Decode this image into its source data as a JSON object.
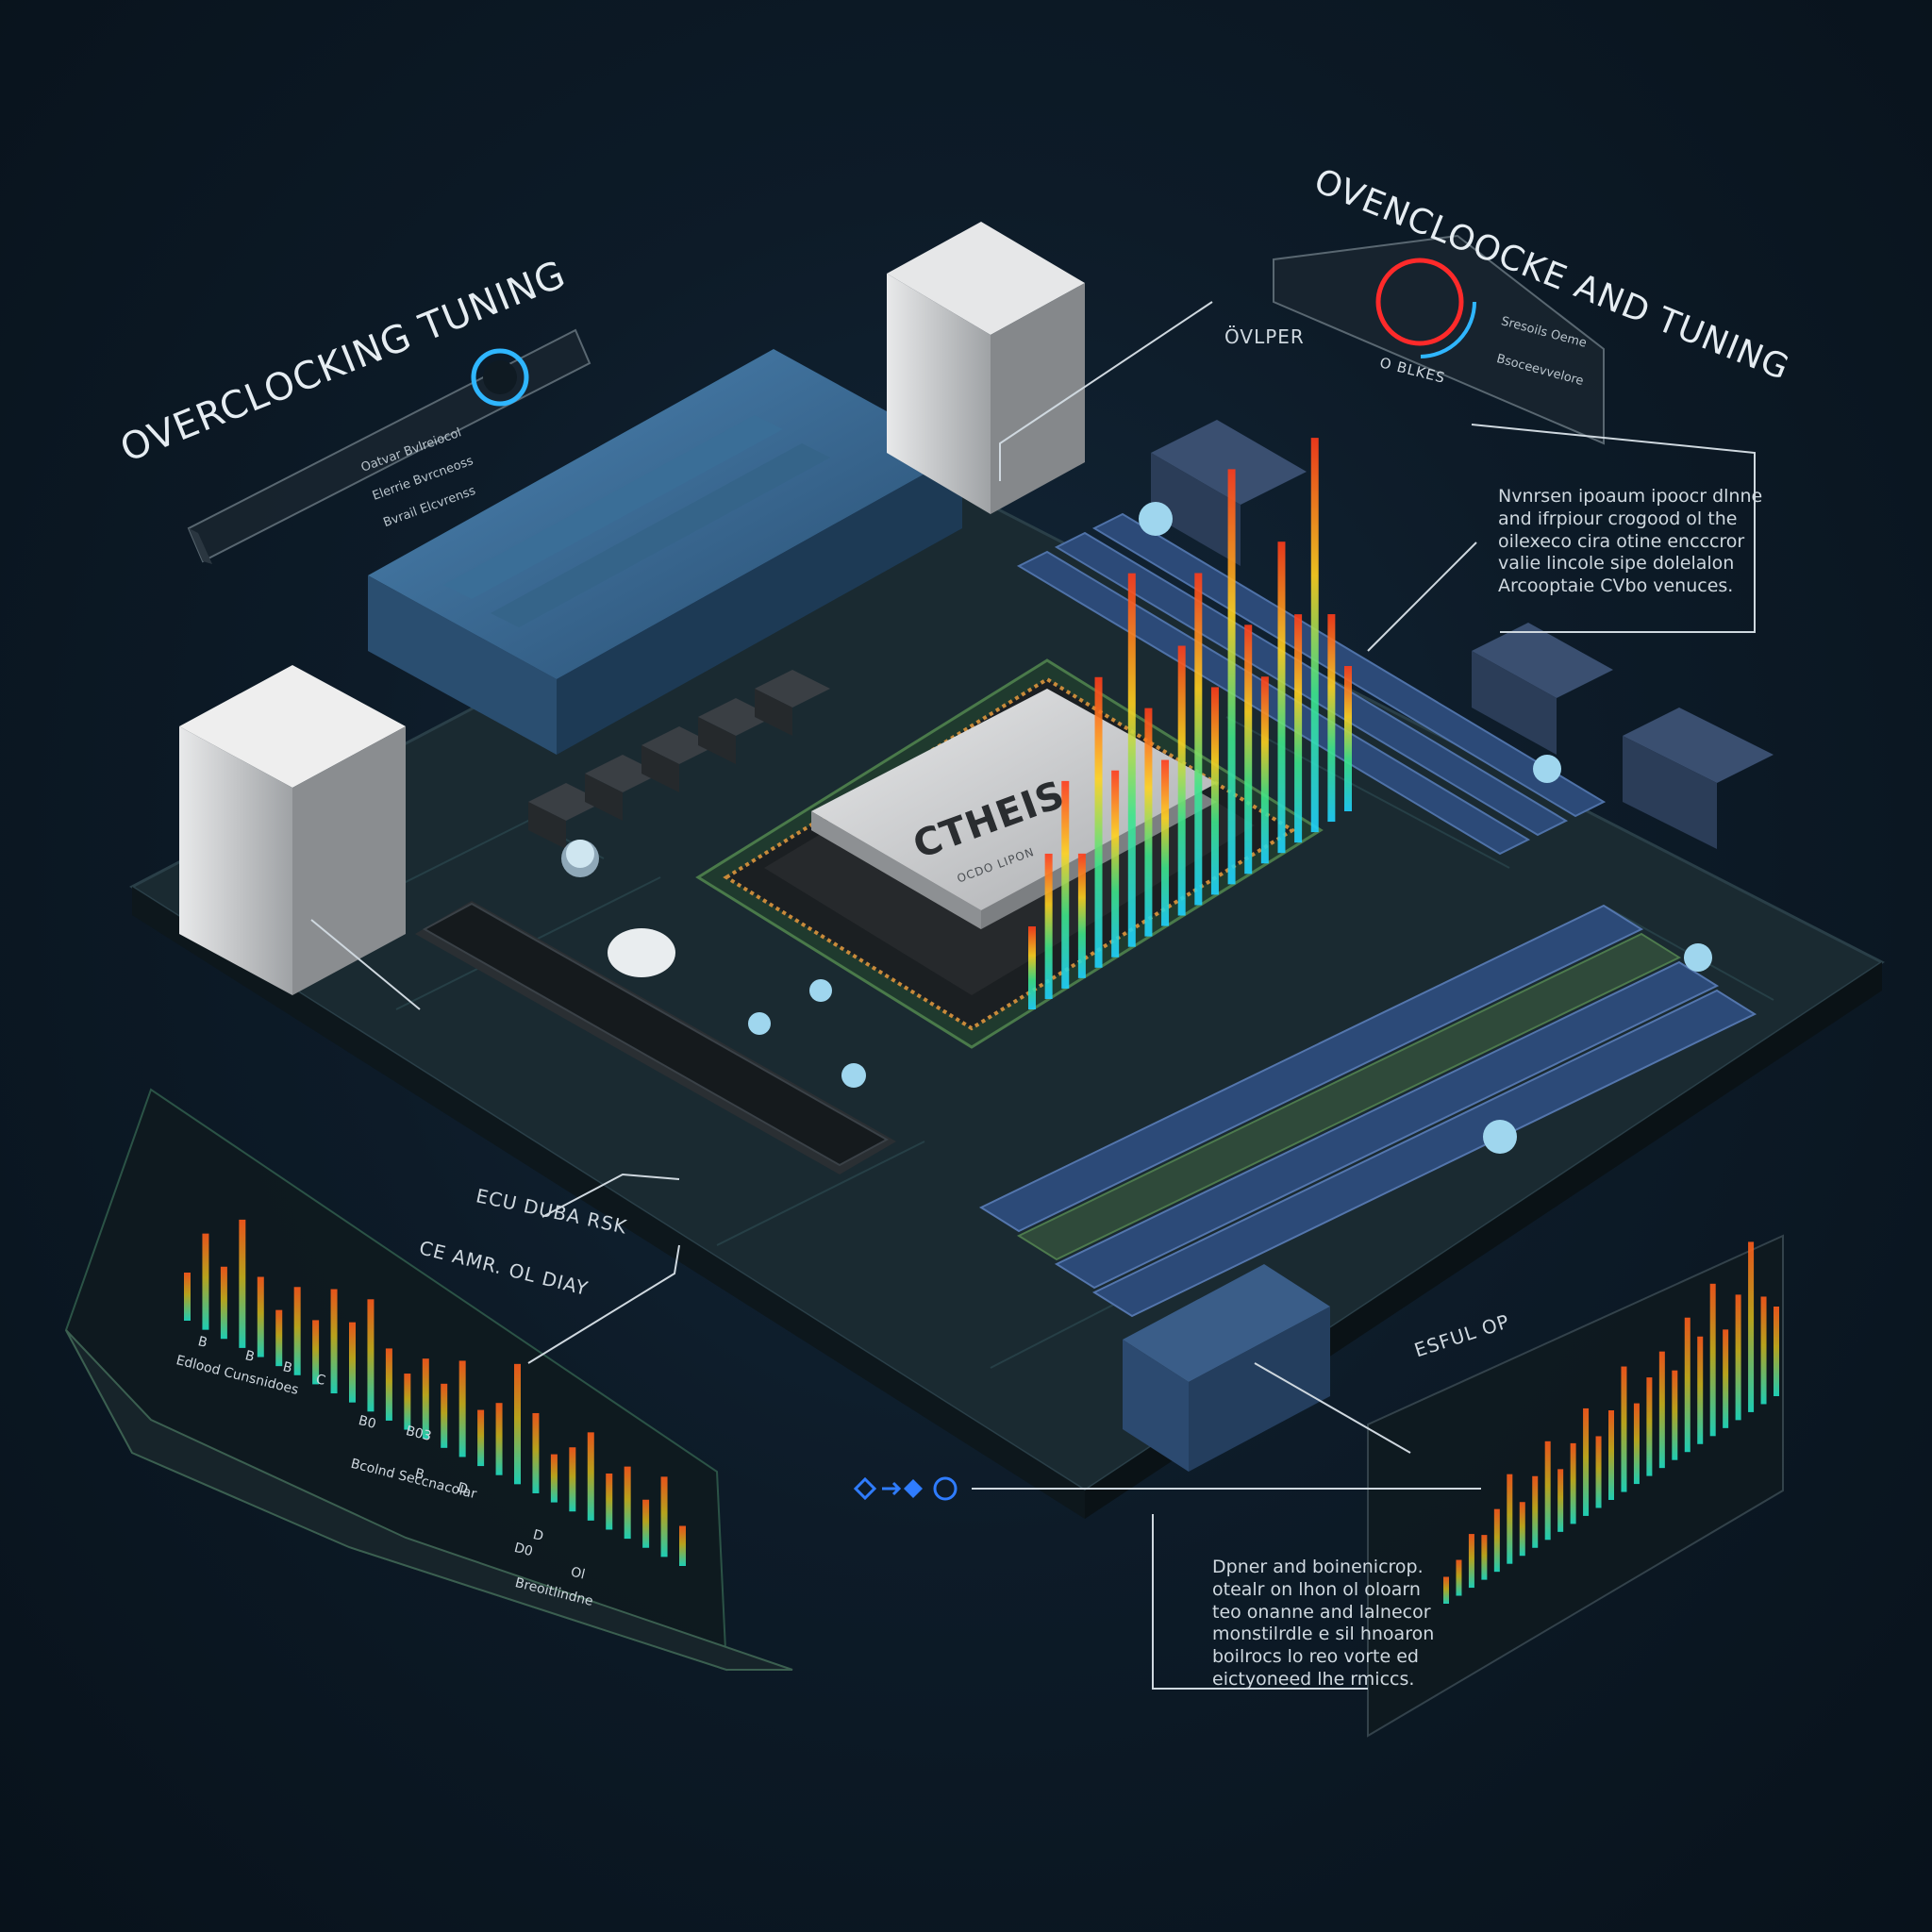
{
  "titles": {
    "left": "OVERCLOCKING TUNING",
    "right": "OVENCLOOCKE AND TUNING"
  },
  "labels": {
    "top_pointer": "ÖVLPER",
    "ecu_data": "ECU DUBA RSK",
    "ol_data": "CE AMR. OL DIAY",
    "right_bottom": "ESFUL OP",
    "right_panel_small": "O BLKES"
  },
  "chip": {
    "brand": "CTHEIS",
    "subtext": "OCDO LIPON"
  },
  "left_panel": {
    "rows": [
      "Oatvar  Bvlreiocol",
      "Elerrie  Bvrcneoss",
      "Bvrail  Elcvrenss"
    ]
  },
  "right_panel": {
    "rows": [
      "Sresoils Oeme",
      "Bsoceevvelore"
    ]
  },
  "paragraphs": {
    "right": "Nvnrsen ipoaum ipoocr dlnne\nand ifrpiour crogood ol the\noilexeco cira otine encccror\nvalie lincole sipe dolelalon\nArcooptaie CVbo venuces.",
    "bottom": "Dpner and boinenicrop.\notealr on lhon ol oloarn\nteo onanne and lalnecor\nmonstilrdle e sil hnoaron\nboilrocs lo reo vorte ed\neictyoneed lhe rmiccs."
  },
  "bottom_left_panel": {
    "row1": [
      "B",
      "B",
      "B",
      "C"
    ],
    "row2": [
      "Edlood Cunsnidoes",
      "B0",
      "B03"
    ],
    "row3": [
      "B",
      "D",
      "D"
    ],
    "row4": [
      "Bcolnd Seccnacolar",
      "D0",
      "Ol"
    ],
    "row5": [
      "Breoitlindne"
    ]
  },
  "nav_icons": [
    "diamond-arrow-icon",
    "arrow-right-icon",
    "diamond-icon",
    "circle-diamond-icon"
  ],
  "colors": {
    "background": "#0d1b28",
    "pcb": "#1b2a33",
    "slot_blue": "#2c4a78",
    "accent_cyan": "#2ee6c8",
    "accent_orange": "#ff7a1a"
  },
  "charts": {
    "cpu_spike": [
      0.2,
      0.35,
      0.5,
      0.3,
      0.7,
      0.45,
      0.9,
      0.55,
      0.4,
      0.65,
      0.8,
      0.5,
      1.0,
      0.6,
      0.45,
      0.75,
      0.55,
      0.95,
      0.5,
      0.35
    ],
    "left_wave": [
      0.3,
      0.6,
      0.45,
      0.8,
      0.5,
      0.35,
      0.55,
      0.4,
      0.65,
      0.5,
      0.7,
      0.45,
      0.35,
      0.5,
      0.4,
      0.6,
      0.35,
      0.45,
      0.75,
      0.5,
      0.3,
      0.4,
      0.55,
      0.35,
      0.45,
      0.3,
      0.5,
      0.25
    ],
    "right_wave": [
      0.15,
      0.2,
      0.3,
      0.25,
      0.35,
      0.5,
      0.3,
      0.4,
      0.55,
      0.35,
      0.45,
      0.6,
      0.4,
      0.5,
      0.7,
      0.45,
      0.55,
      0.65,
      0.5,
      0.75,
      0.6,
      0.85,
      0.55,
      0.7,
      0.95,
      0.6,
      0.5
    ]
  }
}
